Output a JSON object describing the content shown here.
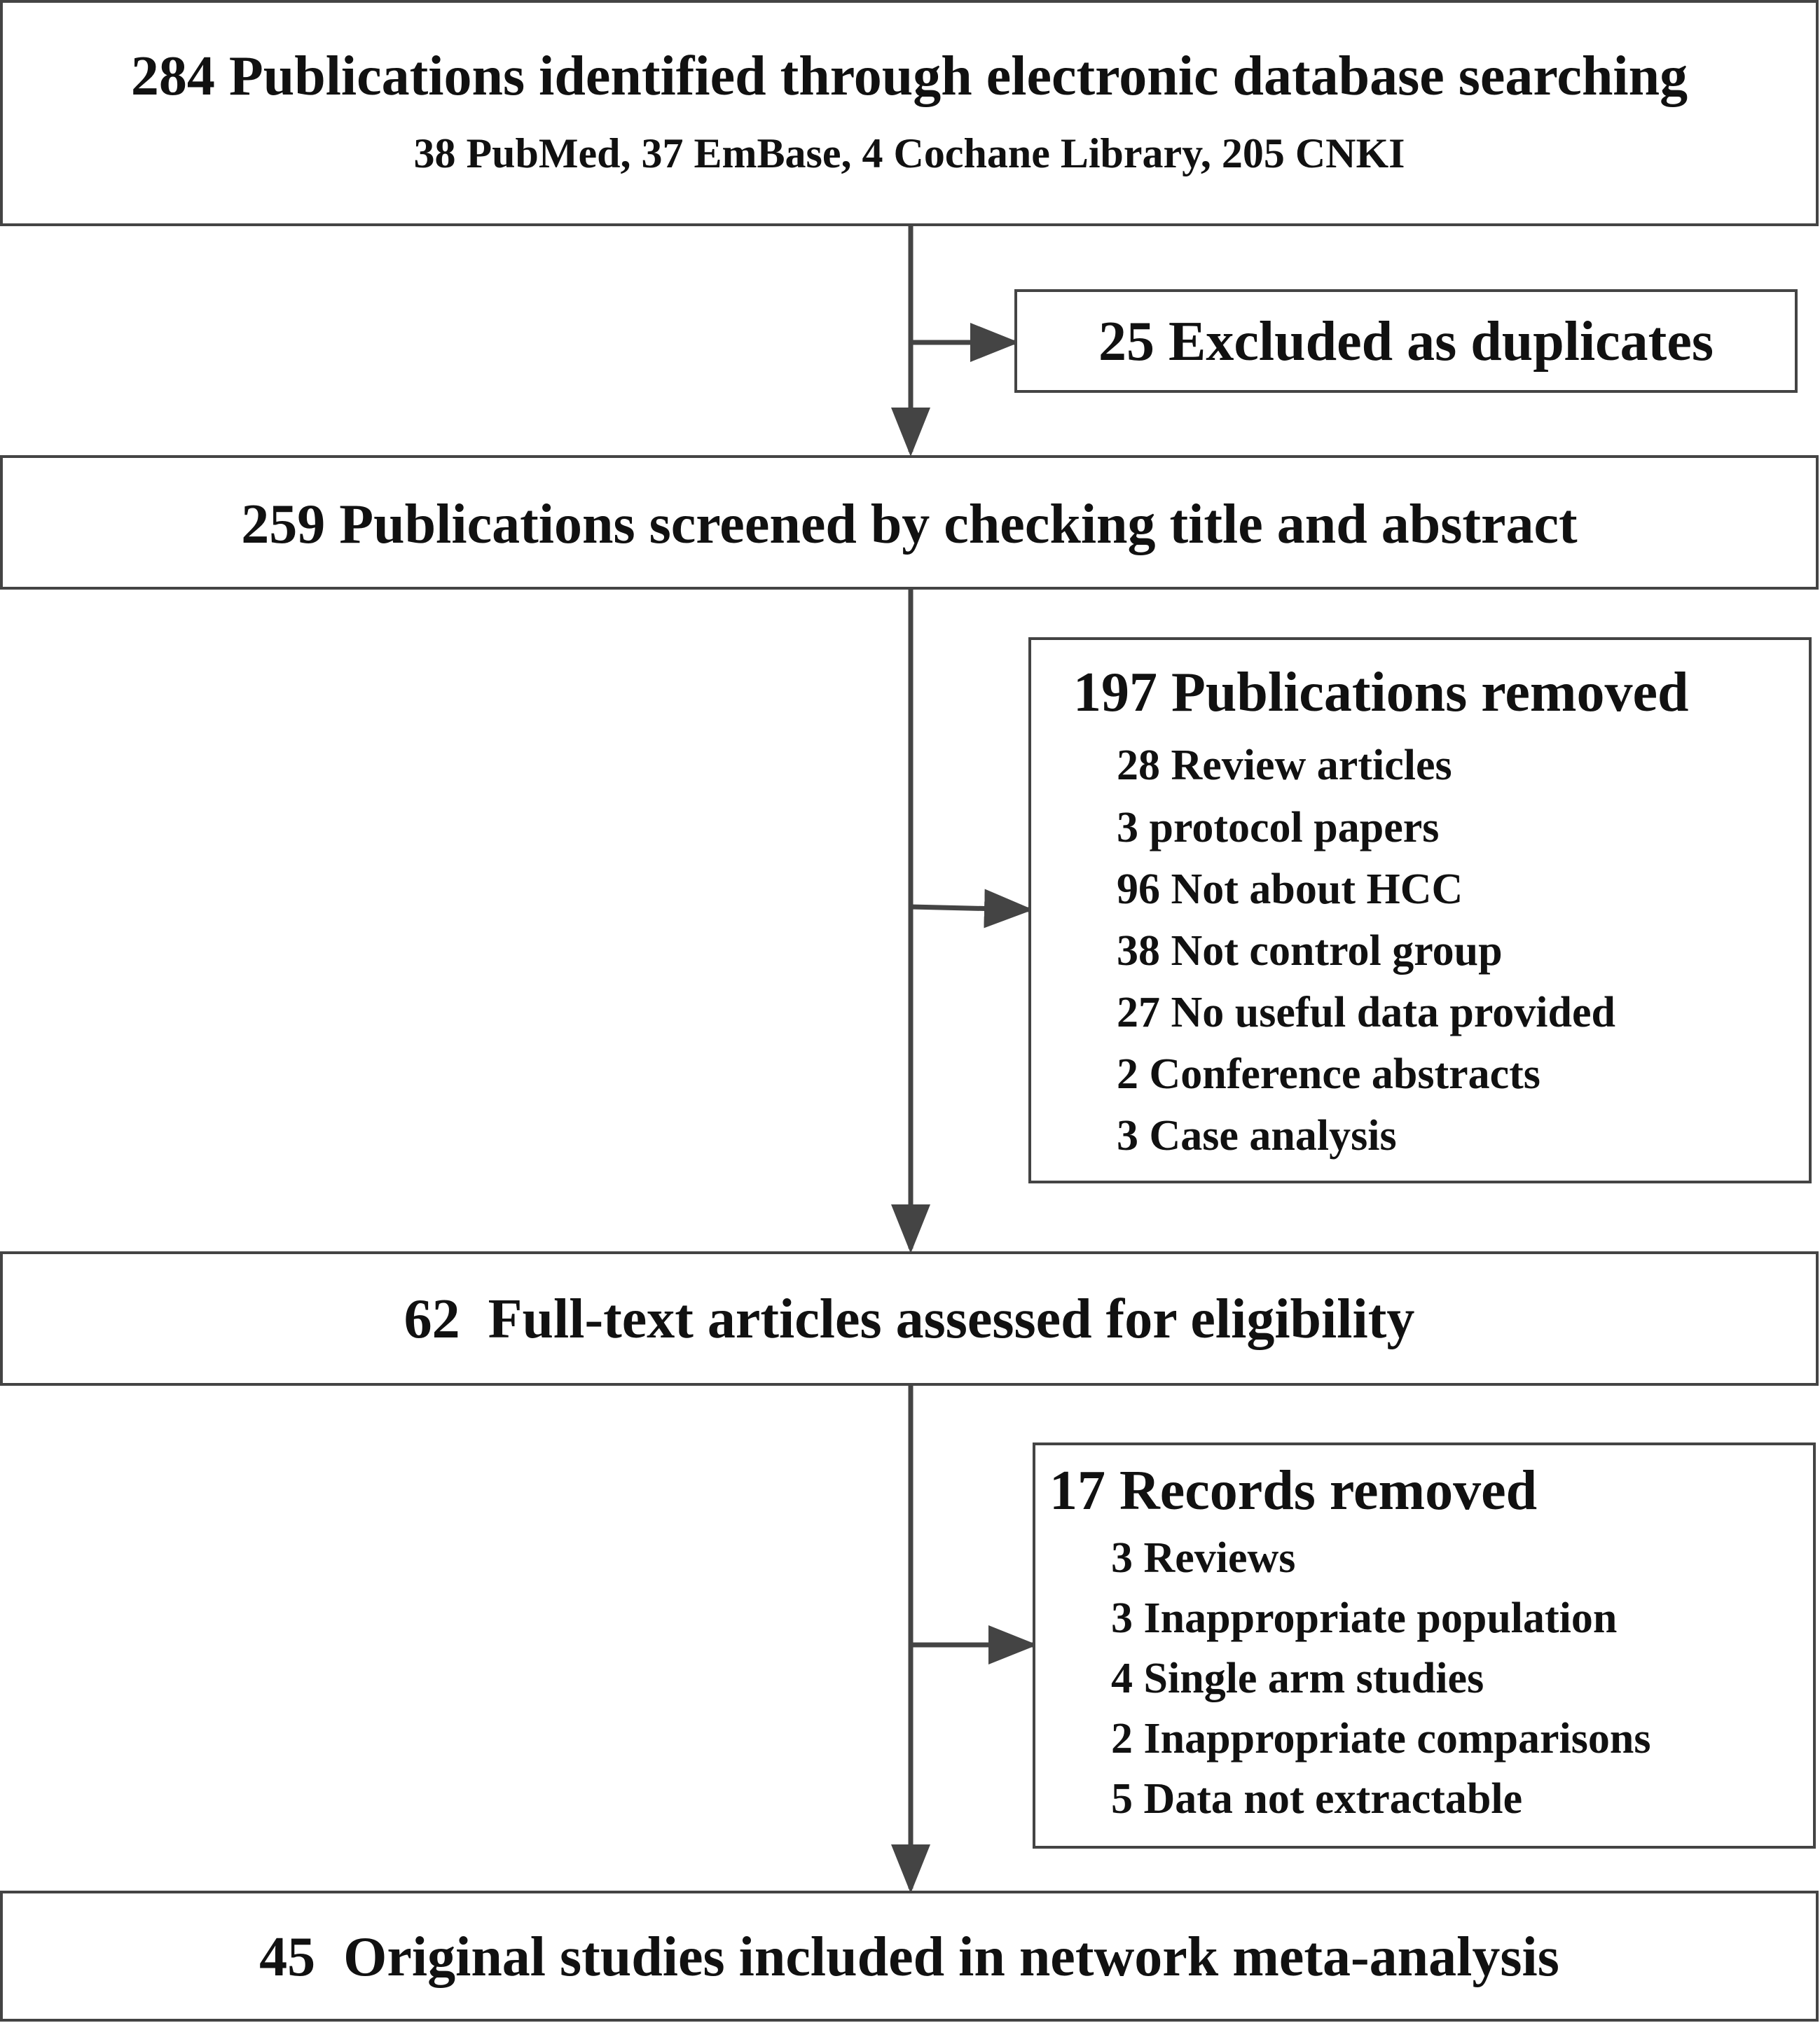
{
  "identified": {
    "title": "284 Publications identified through electronic database searching",
    "subtitle": "38 PubMed, 37 EmBase, 4 Cochane Library, 205 CNKI"
  },
  "duplicates": {
    "title": "25 Excluded as duplicates"
  },
  "screened": {
    "title": "259 Publications screened by checking title and abstract"
  },
  "removed_screening": {
    "title": "197 Publications removed",
    "items": [
      "28 Review articles",
      "3 protocol papers",
      "96 Not about HCC",
      "38 Not control group",
      "27 No useful data provided",
      "2 Conference abstracts",
      "3 Case analysis"
    ]
  },
  "fulltext": {
    "title": "62  Full-text articles assessed for eligibility"
  },
  "removed_fulltext": {
    "title": "17 Records removed",
    "items": [
      "3 Reviews",
      "3 Inappropriate population",
      "4 Single arm studies",
      "2 Inappropriate comparisons",
      "5 Data not extractable"
    ]
  },
  "included": {
    "title": "45  Original studies included in network meta-analysis"
  }
}
